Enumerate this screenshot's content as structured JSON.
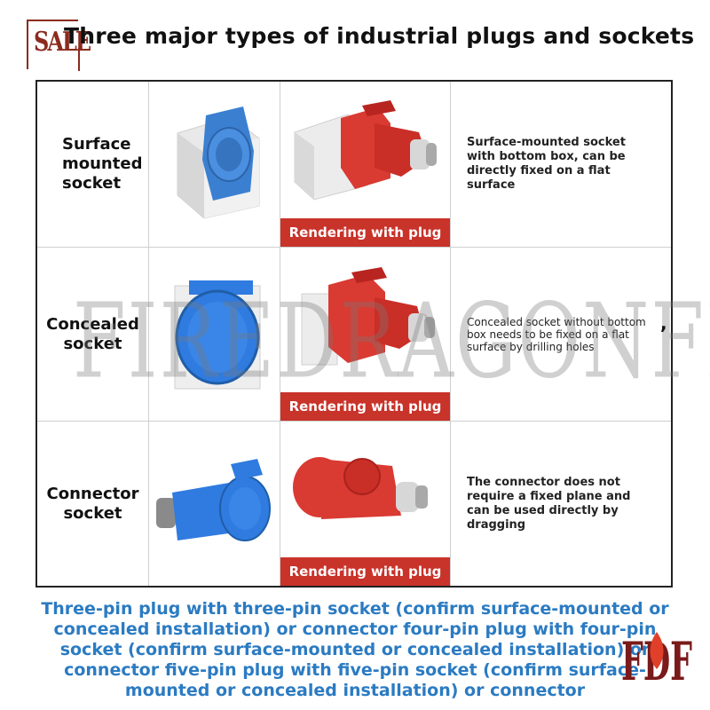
{
  "header": {
    "sale_badge": "SALE",
    "title": "Three major types of industrial plugs and sockets"
  },
  "rows": [
    {
      "type_label": "Surface mounted socket",
      "banner": "Rendering with plug",
      "description": "Surface-mounted socket with bottom box, can be directly fixed on a flat surface",
      "socket_color": "#3b7fd1",
      "plug_color": "#d93a32"
    },
    {
      "type_label": "Concealed socket",
      "banner": "Rendering with plug",
      "description": "Concealed socket without bottom box needs to be fixed on a flat surface by drilling holes",
      "socket_color": "#2f7be0",
      "plug_color": "#d93a32"
    },
    {
      "type_label": "Connector socket",
      "banner": "Rendering with plug",
      "description": "The connector does not require a fixed plane and can be used directly by dragging",
      "socket_color": "#2f7be0",
      "plug_color": "#d93a32"
    }
  ],
  "watermark": "FIREDRAGONFRUIT",
  "stray_mark": ",",
  "footer": {
    "text": "Three-pin plug with three-pin socket (confirm surface-mounted or concealed installation) or connector four-pin plug with four-pin socket (confirm surface-mounted or concealed installation) or connector five-pin plug with five-pin socket (confirm surface-mounted or concealed installation) or connector"
  },
  "brand_logo": {
    "text": "FDF",
    "color": "#7a1a1a",
    "accent": "#e0402a"
  },
  "colors": {
    "banner_red": "#c8332a",
    "footer_blue": "#2b7bc2",
    "sale_brown": "#8b2b1e"
  }
}
